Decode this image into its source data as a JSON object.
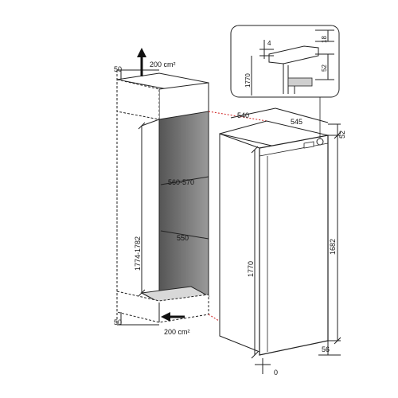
{
  "labels": {
    "top_gap": "50",
    "top_vent": "200 cm²",
    "bottom_gap": "50",
    "bottom_vent": "200 cm²",
    "niche_height": "1774-1782",
    "niche_depth": "560-570",
    "niche_width": "550",
    "appliance_width": "540",
    "appliance_depth": "545",
    "top_offset": "52",
    "appliance_height_total": "1770",
    "appliance_height_door": "1682",
    "base_offset": "56",
    "floor_gap": "0",
    "inset_height": "1770",
    "inset_4": "4",
    "inset_18": "18",
    "inset_52": "52"
  },
  "colors": {
    "line": "#222222",
    "niche_shadow": "#6f6f6f",
    "niche_inner": "#9a9a9a",
    "guide_red": "#d02020",
    "appliance_fill": "#ffffff"
  },
  "icons": {
    "up_arrow": "arrow-up-icon",
    "right_arrow": "arrow-right-icon"
  }
}
